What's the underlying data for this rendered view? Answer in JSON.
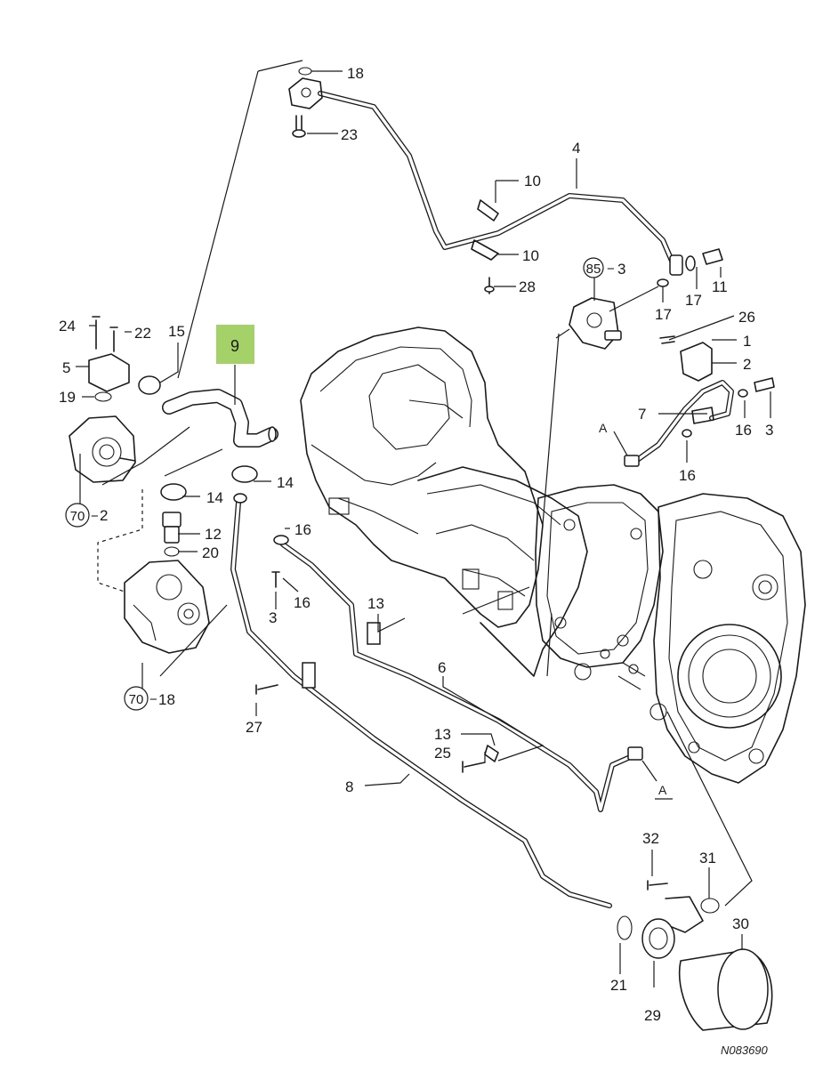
{
  "diagram": {
    "reference_code": "N083690",
    "highlighted_label": "9",
    "callouts": [
      "18",
      "23",
      "4",
      "10",
      "10",
      "28",
      "85",
      "3",
      "11",
      "17",
      "17",
      "26",
      "1",
      "2",
      "3",
      "16",
      "7",
      "A",
      "16",
      "24",
      "22",
      "15",
      "5",
      "19",
      "70",
      "2",
      "14",
      "14",
      "12",
      "20",
      "16",
      "3",
      "16",
      "13",
      "70",
      "18",
      "27",
      "6",
      "13",
      "25",
      "8",
      "A",
      "32",
      "31",
      "30",
      "21",
      "29"
    ]
  }
}
